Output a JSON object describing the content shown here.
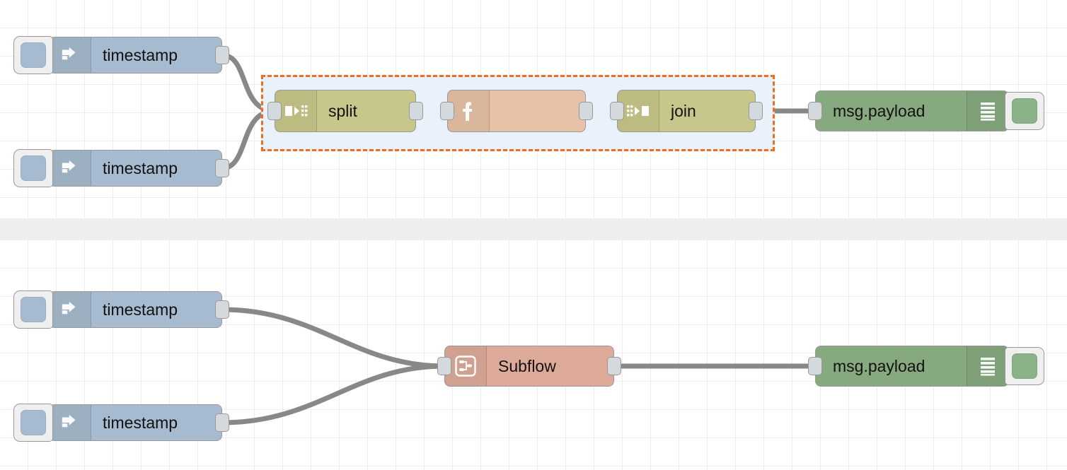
{
  "editor": {
    "app": "node-red-flow-editor",
    "grid_size": 40,
    "grid_color": "#eeeeee",
    "canvas_background": "#ffffff",
    "divider_color": "#eeeeee",
    "wire_color": "#888888",
    "selection_color": "#ef6c23",
    "selection_fill": "#e9f1fb"
  },
  "palette": {
    "inject_color": "#a6bbcf",
    "debug_color": "#87a980",
    "split_color": "#c7c78b",
    "join_color": "#c7c78b",
    "function_color": "#e8c2a6",
    "subflow_color": "#ddaa99",
    "port_color": "#d4d9de",
    "node_border": "#999999"
  },
  "flows": [
    {
      "name": "flow-top",
      "nodes": [
        {
          "id": "inject-1",
          "type": "inject",
          "label": "timestamp",
          "icon": "arrow-right-inject-icon",
          "has_button": true
        },
        {
          "id": "inject-2",
          "type": "inject",
          "label": "timestamp",
          "icon": "arrow-right-inject-icon",
          "has_button": true
        },
        {
          "id": "split-1",
          "type": "split",
          "label": "split",
          "icon": "split-icon"
        },
        {
          "id": "function-1",
          "type": "function",
          "label": "",
          "icon": "function-f-icon"
        },
        {
          "id": "join-1",
          "type": "join",
          "label": "join",
          "icon": "join-icon"
        },
        {
          "id": "debug-1",
          "type": "debug",
          "label": "msg.payload",
          "icon": "debug-bars-icon",
          "has_button": true
        }
      ],
      "selected_group": [
        "split-1",
        "function-1",
        "join-1"
      ]
    },
    {
      "name": "flow-bottom",
      "nodes": [
        {
          "id": "inject-3",
          "type": "inject",
          "label": "timestamp",
          "icon": "arrow-right-inject-icon",
          "has_button": true
        },
        {
          "id": "inject-4",
          "type": "inject",
          "label": "timestamp",
          "icon": "arrow-right-inject-icon",
          "has_button": true
        },
        {
          "id": "subflow-1",
          "type": "subflow",
          "label": "Subflow",
          "icon": "subflow-diagram-icon"
        },
        {
          "id": "debug-2",
          "type": "debug",
          "label": "msg.payload",
          "icon": "debug-bars-icon",
          "has_button": true
        }
      ]
    }
  ],
  "labels": {
    "inject_1": "timestamp",
    "inject_2": "timestamp",
    "inject_3": "timestamp",
    "inject_4": "timestamp",
    "split": "split",
    "join": "join",
    "function": "",
    "subflow": "Subflow",
    "debug_1": "msg.payload",
    "debug_2": "msg.payload"
  }
}
